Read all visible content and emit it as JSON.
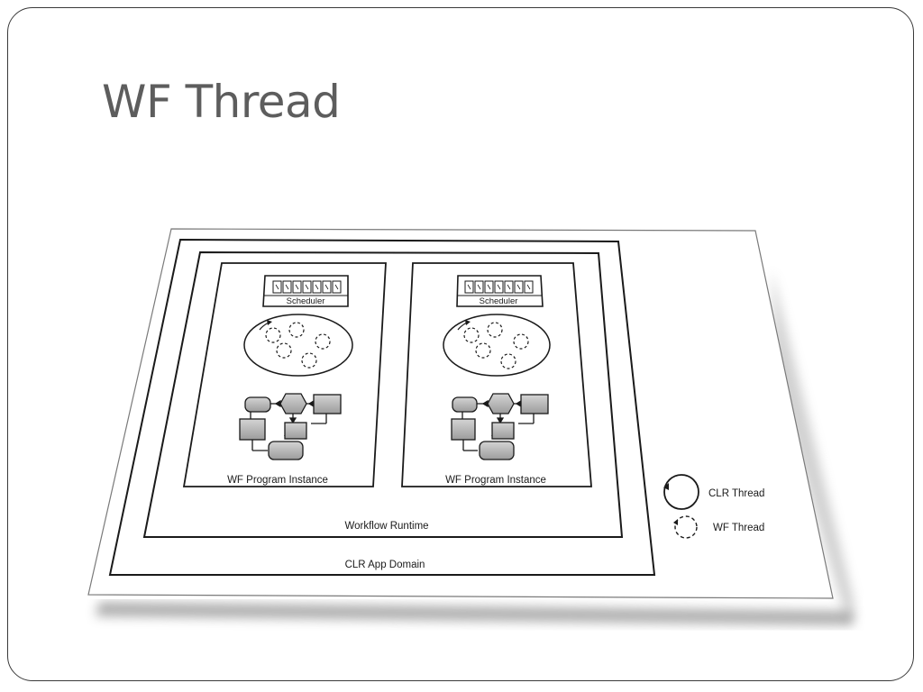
{
  "slide": {
    "title": "WF Thread"
  },
  "diagram": {
    "instances": [
      {
        "scheduler_label": "Scheduler",
        "instance_label": "WF Program Instance"
      },
      {
        "scheduler_label": "Scheduler",
        "instance_label": "WF Program Instance"
      }
    ],
    "runtime_label": "Workflow Runtime",
    "app_domain_label": "CLR App Domain",
    "legend": [
      {
        "icon": "solid-circle-icon",
        "label": "CLR Thread"
      },
      {
        "icon": "dashed-circle-icon",
        "label": "WF Thread"
      }
    ]
  },
  "colors": {
    "title": "#5d5d5d",
    "frame": "#3a3a3a",
    "line": "#1a1a1a",
    "shape_fill": "#b8b8b8",
    "paper": "#ffffff",
    "shadow": "#9a9a9a"
  }
}
